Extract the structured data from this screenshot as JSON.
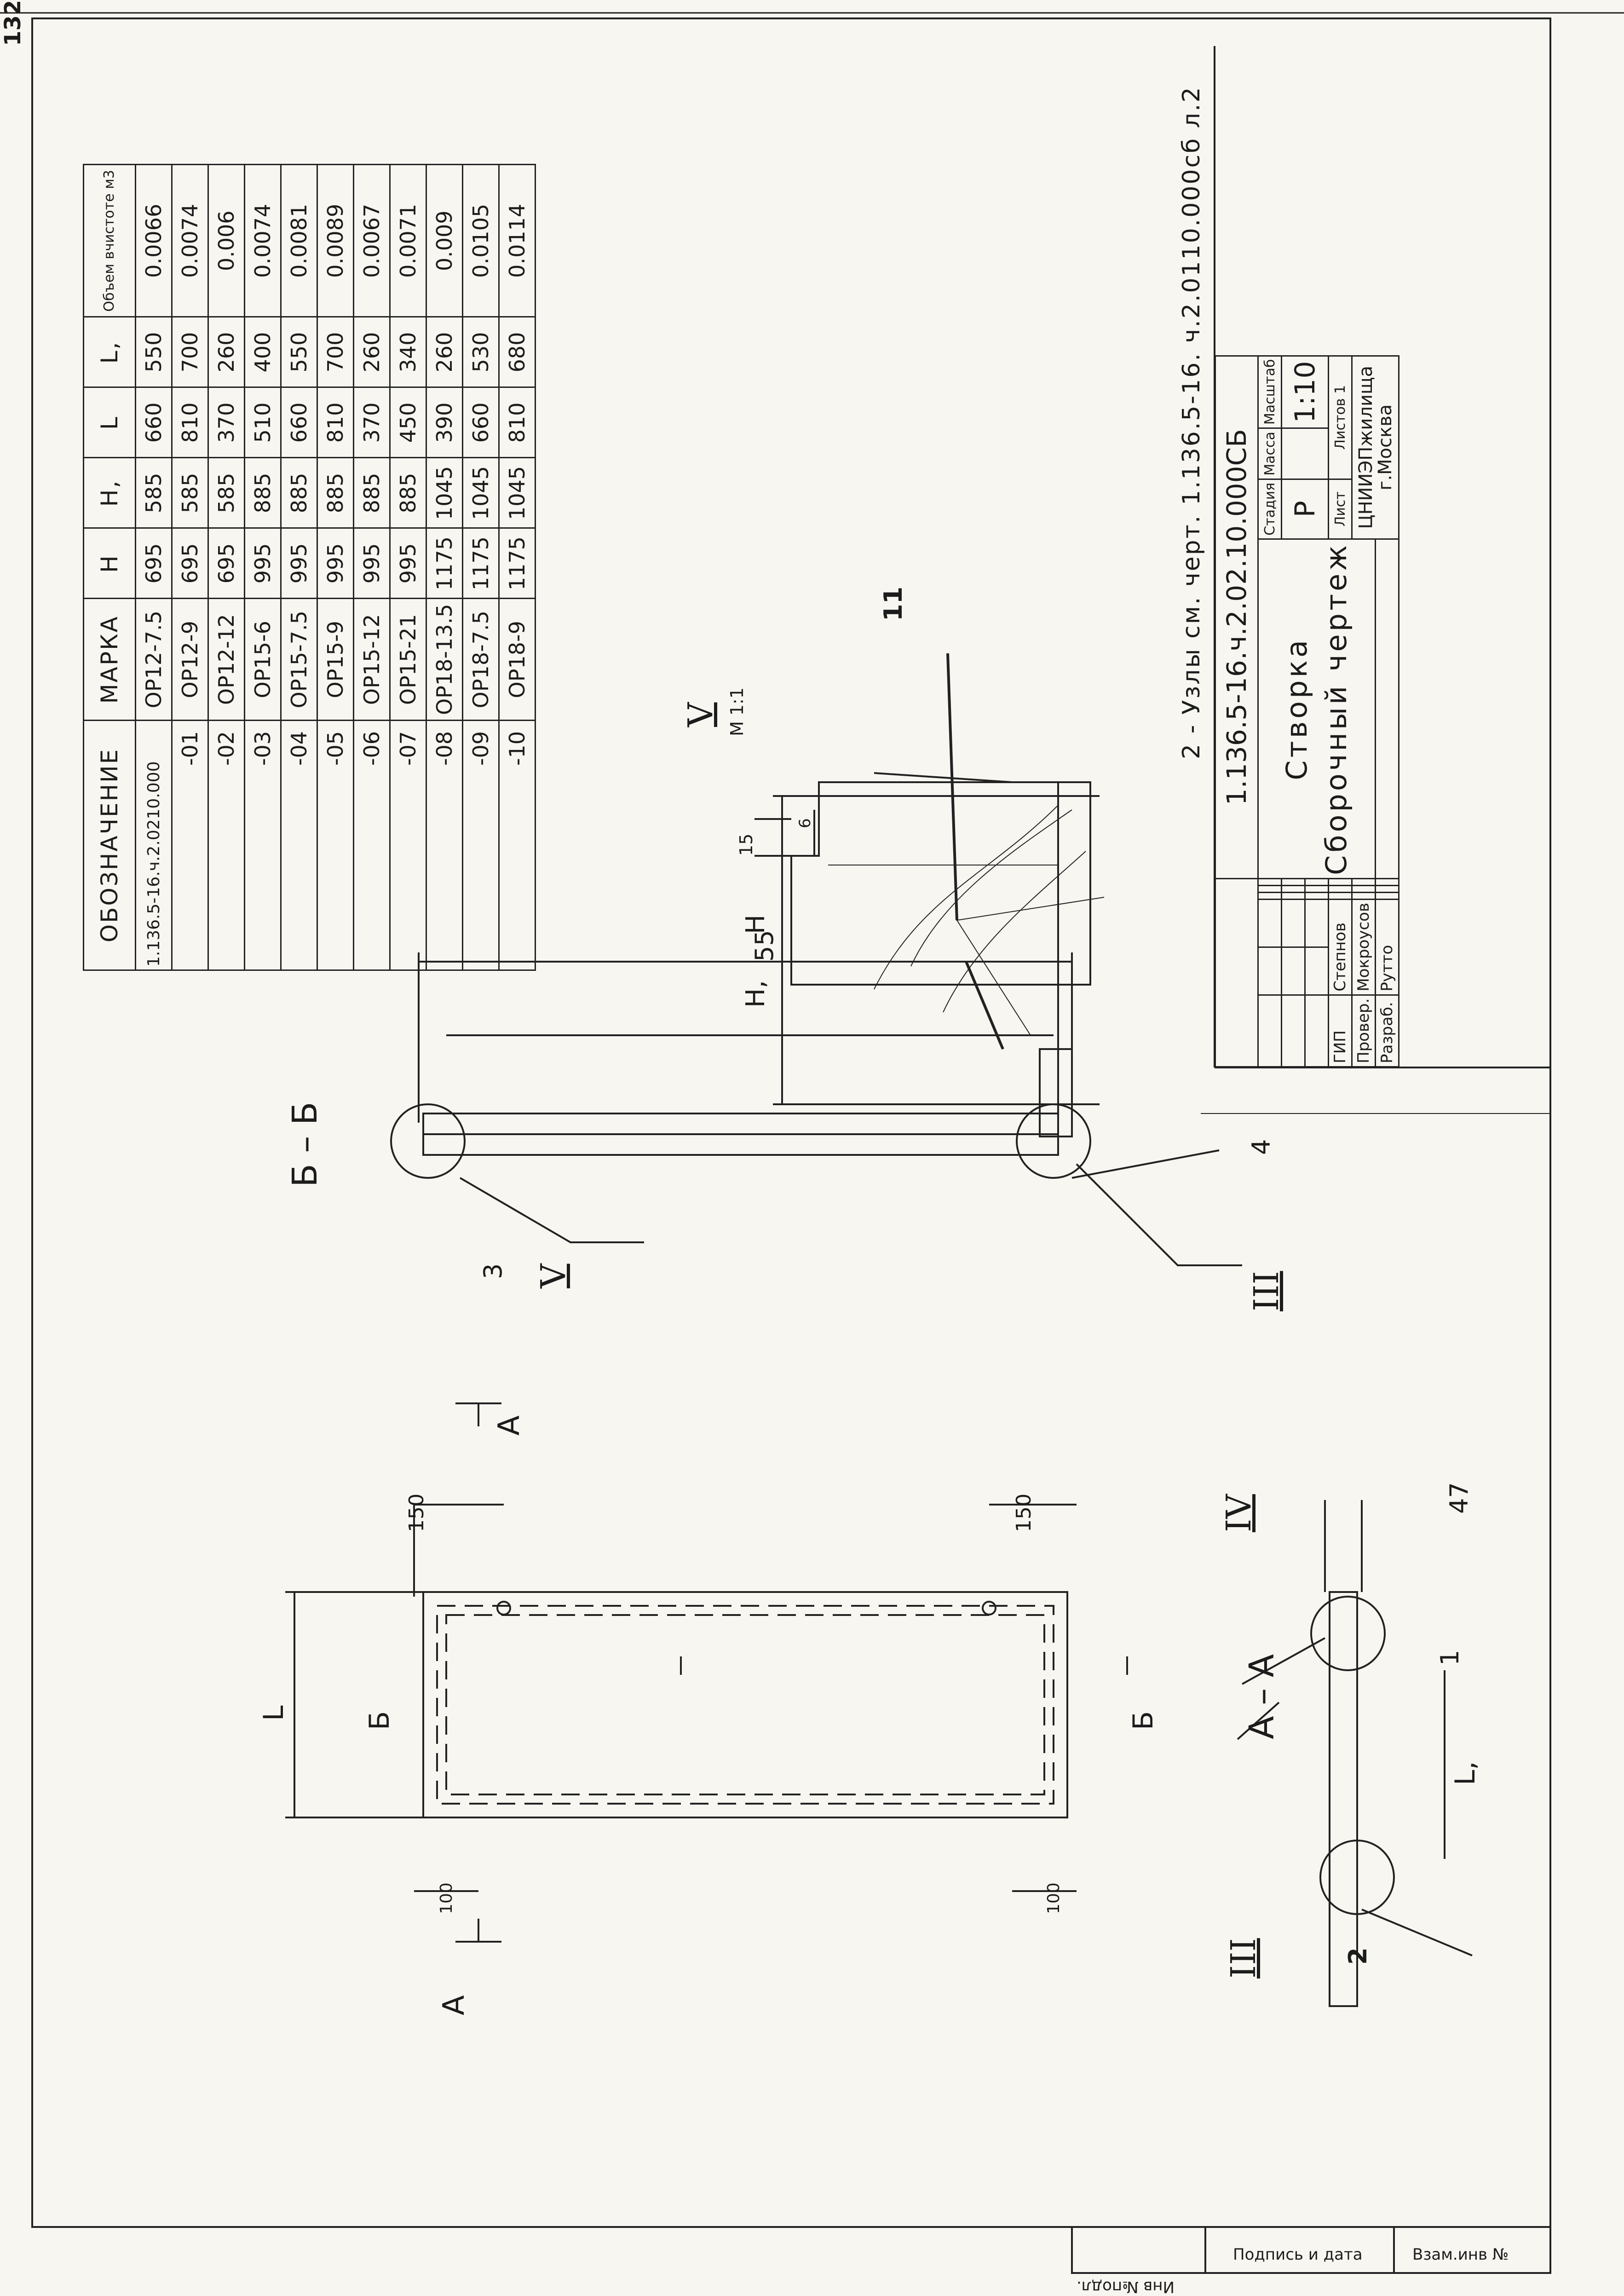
{
  "sheet_number": "132",
  "note": "2 - Узлы см. черт. 1.136.5-16. ч.2.0110.000сб л.2",
  "spec_table": {
    "headers": [
      "ОБОЗНАЧЕНИЕ",
      "МАРКА",
      "H",
      "H,",
      "L",
      "L,",
      "Объем вчистоте м3"
    ],
    "rows": [
      [
        "1.136.5-16.ч.2.0210.000",
        "ОР12-7.5",
        "695",
        "585",
        "660",
        "550",
        "0.0066"
      ],
      [
        "-01",
        "ОР12-9",
        "695",
        "585",
        "810",
        "700",
        "0.0074"
      ],
      [
        "-02",
        "ОР12-12",
        "695",
        "585",
        "370",
        "260",
        "0.006"
      ],
      [
        "-03",
        "ОР15-6",
        "995",
        "885",
        "510",
        "400",
        "0.0074"
      ],
      [
        "-04",
        "ОР15-7.5",
        "995",
        "885",
        "660",
        "550",
        "0.0081"
      ],
      [
        "-05",
        "ОР15-9",
        "995",
        "885",
        "810",
        "700",
        "0.0089"
      ],
      [
        "-06",
        "ОР15-12",
        "995",
        "885",
        "370",
        "260",
        "0.0067"
      ],
      [
        "-07",
        "ОР15-21",
        "995",
        "885",
        "450",
        "340",
        "0.0071"
      ],
      [
        "-08",
        "ОР18-13.5",
        "1175",
        "1045",
        "390",
        "260",
        "0.009"
      ],
      [
        "-09",
        "ОР18-7.5",
        "1175",
        "1045",
        "660",
        "530",
        "0.0105"
      ],
      [
        "-10",
        "ОР18-9",
        "1175",
        "1045",
        "810",
        "680",
        "0.0114"
      ]
    ]
  },
  "title_block": {
    "code": "1.136.5-16.ч.2.02.10.000СБ",
    "name_line1": "Створка",
    "name_line2": "Сборочный чертеж",
    "stage_label": "Стадия",
    "mass_label": "Масса",
    "scale_label": "Масштаб",
    "stage_value": "Р",
    "scale_value": "1:10",
    "sheet_label": "Лист",
    "sheets_label": "Листов 1",
    "org_line1": "ЦНИИЭПжилища",
    "org_line2": "г.Москва",
    "roles": [
      "ГИП",
      "Провер.",
      "Разраб."
    ],
    "names": [
      "Степнов",
      "Мокроусов",
      "Рутто"
    ]
  },
  "labels": {
    "section_bb": "Б – Б",
    "section_aa": "А – А",
    "node_v_scale": "М 1:1",
    "node_v": "V",
    "node_iii": "III",
    "node_iv": "IV",
    "node_v_ref": "V",
    "node_iii_ref": "III",
    "cut_a": "А",
    "cut_b": "Б",
    "dim_L": "L",
    "dim_L1": "L,",
    "dim_H": "H",
    "dim_H1": "H,",
    "dim_150a": "150",
    "dim_150b": "150",
    "dim_100a": "100",
    "dim_100b": "100",
    "dim_47": "47",
    "dim_55": "55",
    "dim_15": "15",
    "dim_6": "6",
    "pos_1": "1",
    "pos_2": "2",
    "pos_3": "3",
    "pos_4": "4",
    "pos_11": "11"
  },
  "stamp": {
    "inv_orig": "Инв №подл.",
    "sign_date": "Подпись и дата",
    "inv_dup": "Взам.инв №"
  }
}
